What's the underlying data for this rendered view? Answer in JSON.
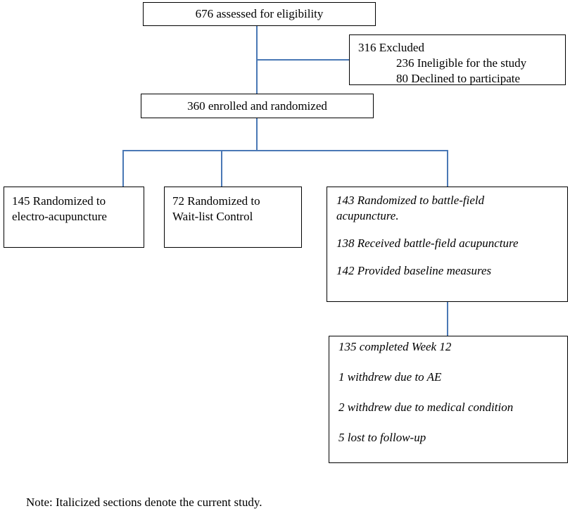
{
  "assessed": {
    "text": "676 assessed for eligibility"
  },
  "excluded": {
    "title": "316 Excluded",
    "items": [
      "236 Ineligible for the study",
      "80 Declined to participate"
    ]
  },
  "enrolled": {
    "text": "360 enrolled and randomized"
  },
  "electro": {
    "lines": [
      "145 Randomized to",
      "electro-acupuncture"
    ]
  },
  "waitlist": {
    "lines": [
      "72 Randomized to",
      "Wait-list Control"
    ]
  },
  "battlefield": {
    "lines": [
      "143 Randomized to battle-field",
      "acupuncture.",
      "138 Received battle-field acupuncture",
      "142 Provided baseline measures"
    ]
  },
  "followup": {
    "lines": [
      "135 completed Week 12",
      "1 withdrew due to AE",
      "2 withdrew due to medical condition",
      "5 lost to follow-up"
    ]
  },
  "note": "Note: Italicized sections denote the current study.",
  "colors": {
    "connector": "#4a78b5",
    "border": "#000000"
  }
}
